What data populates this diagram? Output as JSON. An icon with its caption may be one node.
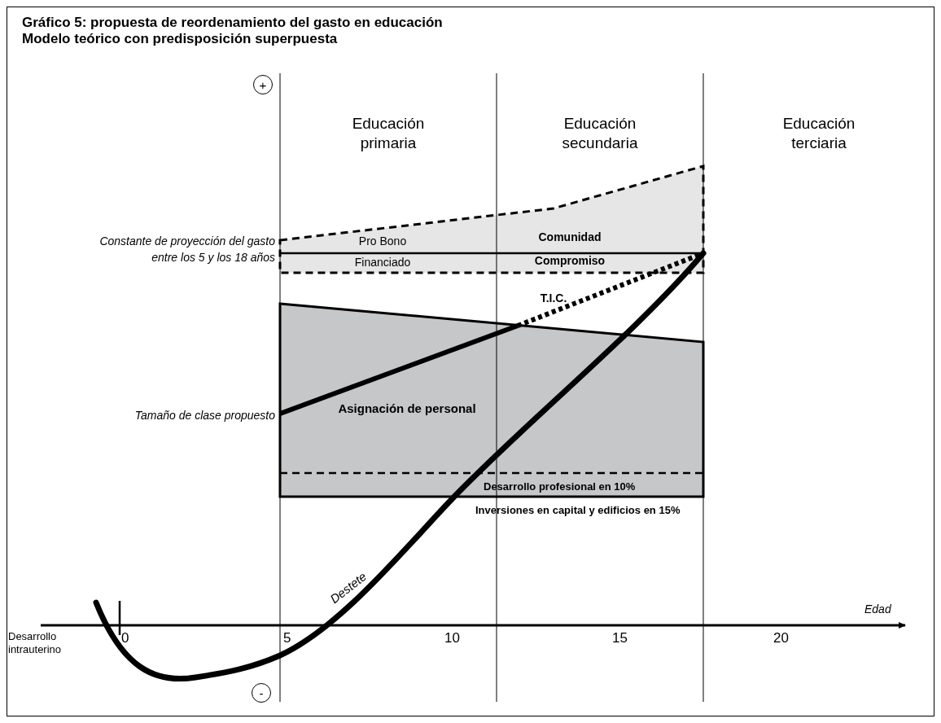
{
  "diagram": {
    "title": "Gráfico 5: propuesta de reordenamiento del gasto en educación",
    "nodes": [
      {
        "text": [
          "+"
        ]
      },
      {
        "text": [
          "-"
        ]
      }
    ],
    "labels": [
      "Modelo teórico con predisposición superpuesta",
      "Educación primaria",
      "Educación secundaria",
      "Educación terciaria",
      "Constante de proyección del gasto entre los 5 y los 18 años",
      "Pro Bono",
      "Comunidad",
      "Financiado",
      "Compromiso",
      "T.I.C.",
      "Tamaño de clase propuesto",
      "Asignación de personal",
      "Desarrollo profesional en 10%",
      "Inversiones en capital y edificios en 15%",
      "Edad",
      "Desarrollo intrauterino",
      "0",
      "5",
      "10",
      "15",
      "20",
      "Destete"
    ]
  }
}
